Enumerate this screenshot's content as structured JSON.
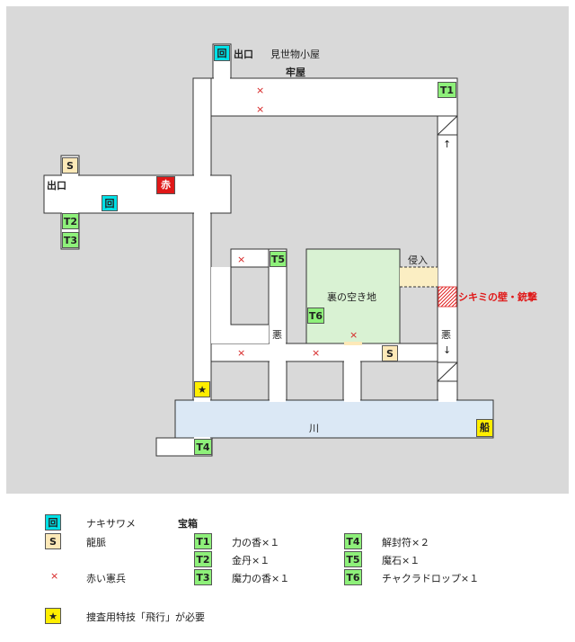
{
  "colors": {
    "kaihuku": "#00e0e6",
    "save": "#fde9b8",
    "treasure": "#8ef07a",
    "red": "#e01818",
    "star": "#ffee00",
    "ship": "#ffee00",
    "river": "#dbe8f5",
    "danger_text": "#e01818"
  },
  "map": {
    "labels": {
      "misemono": "見世物小屋",
      "rouya": "牢屋",
      "exit_top": "出口",
      "exit_left": "出口",
      "backlot": "裏の空き地",
      "shinnyu": "侵入",
      "shikimi": "シキミの壁・銃撃",
      "aku1": "悪",
      "aku2": "悪",
      "river": "川",
      "arrow_up": "↑",
      "arrow_down": "↓"
    },
    "badges": {
      "kai": "回",
      "save": "S",
      "red": "赤",
      "t1": "T1",
      "t2": "T2",
      "t3": "T3",
      "t4": "T4",
      "t5": "T5",
      "t6": "T6",
      "star": "★",
      "ship": "船"
    },
    "xmark": "×"
  },
  "legend": {
    "kai_sym": "回",
    "kai_text": "ナキサワメ",
    "save_sym": "S",
    "save_text": "龍脈",
    "red_sym": "×",
    "red_text": "赤い憲兵",
    "treasure_title": "宝箱",
    "items": [
      {
        "tag": "T1",
        "text": "力の香×１"
      },
      {
        "tag": "T2",
        "text": "金丹×１"
      },
      {
        "tag": "T3",
        "text": "魔力の香×１"
      },
      {
        "tag": "T4",
        "text": "解封符×２"
      },
      {
        "tag": "T5",
        "text": "魔石×１"
      },
      {
        "tag": "T6",
        "text": "チャクラドロップ×１"
      }
    ],
    "star_sym": "★",
    "star_text": "捜査用特技「飛行」が必要"
  }
}
